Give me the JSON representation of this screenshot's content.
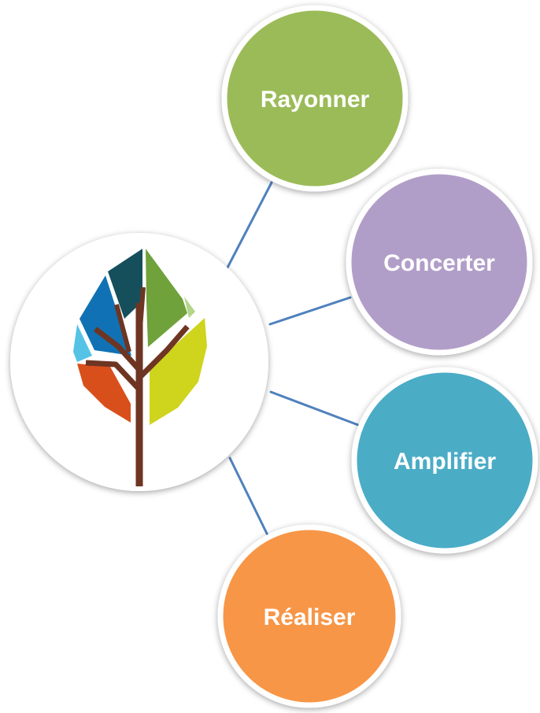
{
  "colors": {
    "connector": "#4f81bd",
    "hub_fill": "#ffffff",
    "trunk": "#6e3523"
  },
  "hub": {
    "icon": "tree-leaf-logo-icon",
    "leaf_segment_colors": [
      "#154f5c",
      "#6fa23b",
      "#1072b4",
      "#55c3e6",
      "#d94f1c",
      "#cfd41d",
      "#b3d68a"
    ]
  },
  "nodes": [
    {
      "id": "rayonner",
      "label": "Rayonner",
      "color": "#9bbb59"
    },
    {
      "id": "concerter",
      "label": "Concerter",
      "color": "#b19ec8"
    },
    {
      "id": "amplifier",
      "label": "Amplifier",
      "color": "#4bacc6"
    },
    {
      "id": "realiser",
      "label": "Réaliser",
      "color": "#f79646"
    }
  ]
}
